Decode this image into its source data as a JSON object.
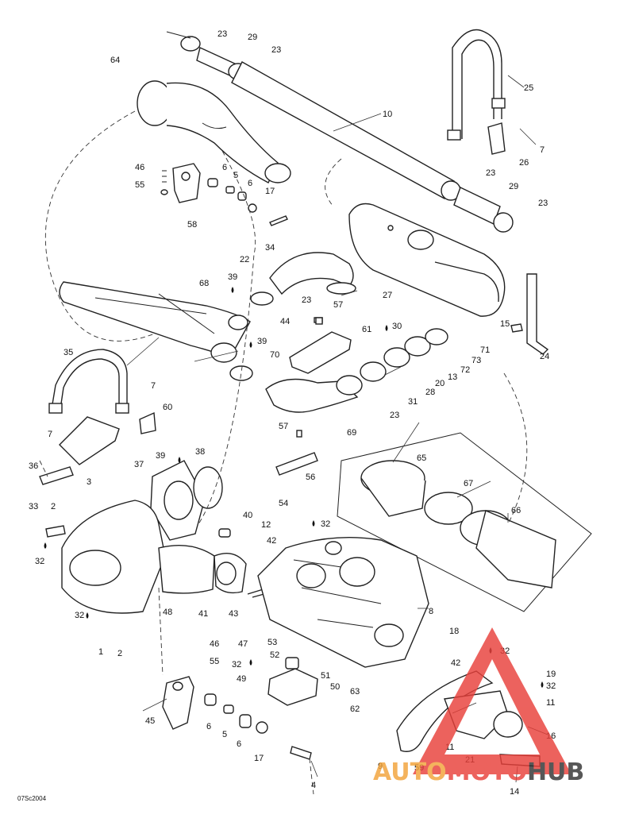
{
  "diagram_code": "07Sc2004",
  "callouts": [
    {
      "id": "c23a",
      "text": "23"
    },
    {
      "id": "c29a",
      "text": "29"
    },
    {
      "id": "c23b",
      "text": "23"
    },
    {
      "id": "c64",
      "text": "64"
    },
    {
      "id": "c25",
      "text": "25"
    },
    {
      "id": "c10",
      "text": "10"
    },
    {
      "id": "c7a",
      "text": "7"
    },
    {
      "id": "c26",
      "text": "26"
    },
    {
      "id": "c46a",
      "text": "46"
    },
    {
      "id": "c55a",
      "text": "55"
    },
    {
      "id": "c6a",
      "text": "6"
    },
    {
      "id": "c5a",
      "text": "5"
    },
    {
      "id": "c6b",
      "text": "6"
    },
    {
      "id": "c17a",
      "text": "17"
    },
    {
      "id": "c23c",
      "text": "23"
    },
    {
      "id": "c29b",
      "text": "29"
    },
    {
      "id": "c23d",
      "text": "23"
    },
    {
      "id": "c58",
      "text": "58"
    },
    {
      "id": "c34",
      "text": "34"
    },
    {
      "id": "c22",
      "text": "22"
    },
    {
      "id": "c68",
      "text": "68"
    },
    {
      "id": "c39a",
      "text": "39"
    },
    {
      "id": "c23e",
      "text": "23"
    },
    {
      "id": "c57a",
      "text": "57"
    },
    {
      "id": "c27",
      "text": "27"
    },
    {
      "id": "c44",
      "text": "44"
    },
    {
      "id": "c15",
      "text": "15"
    },
    {
      "id": "c30",
      "text": "30"
    },
    {
      "id": "c61",
      "text": "61"
    },
    {
      "id": "c71",
      "text": "71"
    },
    {
      "id": "c73",
      "text": "73"
    },
    {
      "id": "c24",
      "text": "24"
    },
    {
      "id": "c39b",
      "text": "39"
    },
    {
      "id": "c35",
      "text": "35"
    },
    {
      "id": "c70",
      "text": "70"
    },
    {
      "id": "c72",
      "text": "72"
    },
    {
      "id": "c13",
      "text": "13"
    },
    {
      "id": "c20",
      "text": "20"
    },
    {
      "id": "c28",
      "text": "28"
    },
    {
      "id": "c31",
      "text": "31"
    },
    {
      "id": "c7b",
      "text": "7"
    },
    {
      "id": "c23f",
      "text": "23"
    },
    {
      "id": "c60",
      "text": "60"
    },
    {
      "id": "c7c",
      "text": "7"
    },
    {
      "id": "c69",
      "text": "69"
    },
    {
      "id": "c57b",
      "text": "57"
    },
    {
      "id": "c65",
      "text": "65"
    },
    {
      "id": "c36",
      "text": "36"
    },
    {
      "id": "c37",
      "text": "37"
    },
    {
      "id": "c39c",
      "text": "39"
    },
    {
      "id": "c38",
      "text": "38"
    },
    {
      "id": "c56",
      "text": "56"
    },
    {
      "id": "c3",
      "text": "3"
    },
    {
      "id": "c67",
      "text": "67"
    },
    {
      "id": "c33",
      "text": "33"
    },
    {
      "id": "c2a",
      "text": "2"
    },
    {
      "id": "c54",
      "text": "54"
    },
    {
      "id": "c32a",
      "text": "32"
    },
    {
      "id": "c66",
      "text": "66"
    },
    {
      "id": "c40",
      "text": "40"
    },
    {
      "id": "c12",
      "text": "12"
    },
    {
      "id": "c42a",
      "text": "42"
    },
    {
      "id": "c32b",
      "text": "32"
    },
    {
      "id": "c48",
      "text": "48"
    },
    {
      "id": "c41",
      "text": "41"
    },
    {
      "id": "c43",
      "text": "43"
    },
    {
      "id": "c8",
      "text": "8"
    },
    {
      "id": "c32c",
      "text": "32"
    },
    {
      "id": "c18",
      "text": "18"
    },
    {
      "id": "c32d",
      "text": "32"
    },
    {
      "id": "c1",
      "text": "1"
    },
    {
      "id": "c2b",
      "text": "2"
    },
    {
      "id": "c46b",
      "text": "46"
    },
    {
      "id": "c47",
      "text": "47"
    },
    {
      "id": "c53",
      "text": "53"
    },
    {
      "id": "c55b",
      "text": "55"
    },
    {
      "id": "c32e",
      "text": "32"
    },
    {
      "id": "c52",
      "text": "52"
    },
    {
      "id": "c42b",
      "text": "42"
    },
    {
      "id": "c49",
      "text": "49"
    },
    {
      "id": "c51",
      "text": "51"
    },
    {
      "id": "c50",
      "text": "50"
    },
    {
      "id": "c19",
      "text": "19"
    },
    {
      "id": "c32f",
      "text": "32"
    },
    {
      "id": "c11a",
      "text": "11"
    },
    {
      "id": "c63",
      "text": "63"
    },
    {
      "id": "c45",
      "text": "45"
    },
    {
      "id": "c62",
      "text": "62"
    },
    {
      "id": "c6c",
      "text": "6"
    },
    {
      "id": "c5b",
      "text": "5"
    },
    {
      "id": "c6d",
      "text": "6"
    },
    {
      "id": "c17b",
      "text": "17"
    },
    {
      "id": "c16",
      "text": "16"
    },
    {
      "id": "c11b",
      "text": "11"
    },
    {
      "id": "c9",
      "text": "9"
    },
    {
      "id": "c59",
      "text": "59"
    },
    {
      "id": "c21",
      "text": "21"
    },
    {
      "id": "c4",
      "text": "4"
    },
    {
      "id": "c14",
      "text": "14"
    }
  ],
  "watermark": {
    "text_a": "AUTO",
    "text_b": "MOTO",
    "text_c": "HUB",
    "color_red": "#e8403a",
    "color_orange": "#f2a33a",
    "color_dark": "#333333"
  }
}
